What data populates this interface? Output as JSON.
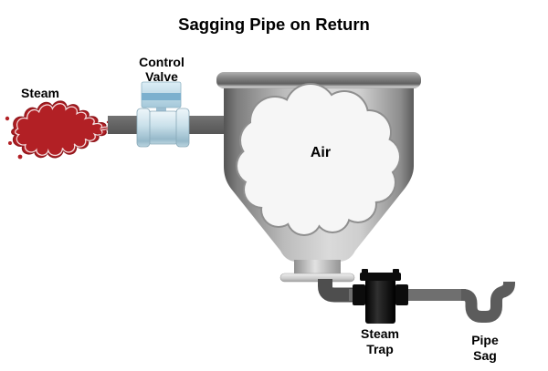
{
  "title": "Sagging Pipe on Return",
  "labels": {
    "steam": "Steam",
    "control_valve": {
      "line1": "Control",
      "line2": "Valve"
    },
    "air": "Air",
    "steam_trap": {
      "line1": "Steam",
      "line2": "Trap"
    },
    "pipe_sag": {
      "line1": "Pipe",
      "line2": "Sag"
    }
  },
  "colors": {
    "background": "#ffffff",
    "text": "#000000",
    "steam_red": "#b22025",
    "steam_red_dark": "#8e151a",
    "inlet_pipe_gray": "#676767",
    "return_pipe_gray": "#6f6f6f",
    "elbow_gray": "#4e4e4e",
    "sag_pipe_gray": "#5c5c5c",
    "trap_black": "#0c0c0c",
    "valve_light_blue": "#c3dce8",
    "valve_band_blue": "#7cb0ce",
    "tank_gray_light": "#d8d8d8",
    "tank_gray_dark": "#5e5e5e",
    "cloud_fill": "#f6f6f6",
    "cloud_outline": "#8f8f8f"
  }
}
